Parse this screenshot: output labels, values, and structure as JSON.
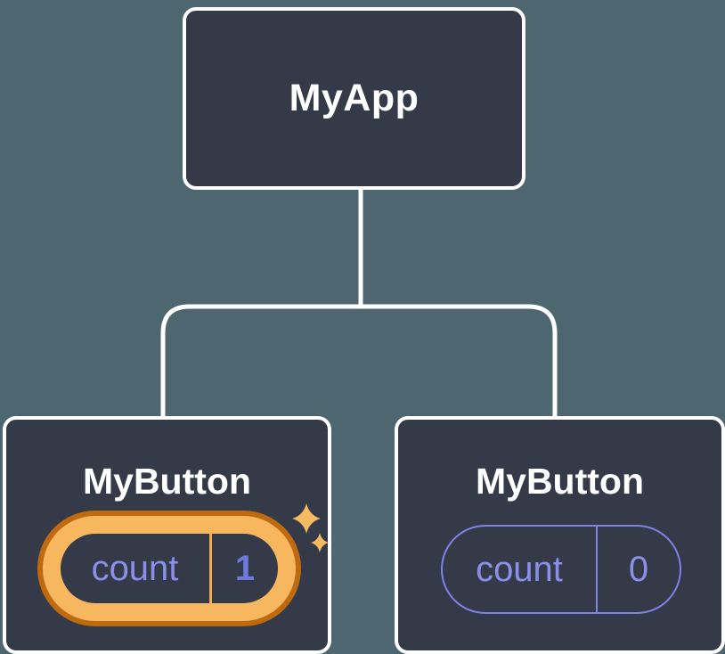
{
  "diagram": {
    "root": {
      "label": "MyApp"
    },
    "children": [
      {
        "label": "MyButton",
        "state": {
          "key": "count",
          "value": "1"
        },
        "highlighted": true
      },
      {
        "label": "MyButton",
        "state": {
          "key": "count",
          "value": "0"
        },
        "highlighted": false
      }
    ],
    "colors": {
      "background": "#4D6670",
      "node_fill": "#343A48",
      "node_border": "#FFFFFF",
      "connector": "#FFFFFF",
      "highlight_ring_dark": "#C06A10",
      "highlight_ring_light": "#F7B75E",
      "sparkle": "#F6BA63",
      "state_text": "#8A90E8",
      "state_value_highlight": "#7378E0",
      "plain_pill_stroke": "#7E83E8"
    }
  }
}
